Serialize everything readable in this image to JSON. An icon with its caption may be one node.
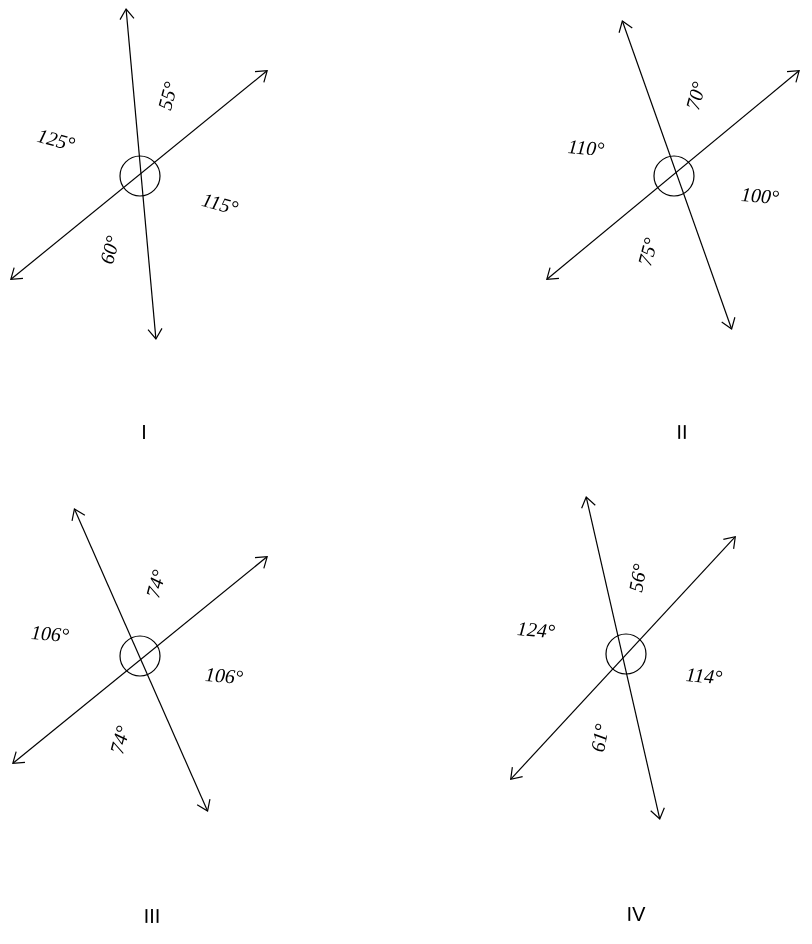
{
  "diagram": {
    "labels": [
      "125°",
      "55°",
      "115°",
      "60°",
      "I",
      "110°",
      "70°",
      "100°",
      "75°",
      "II",
      "106°",
      "74°",
      "106°",
      "74°",
      "III",
      "124°",
      "56°",
      "114°",
      "61°",
      "IV"
    ]
  }
}
